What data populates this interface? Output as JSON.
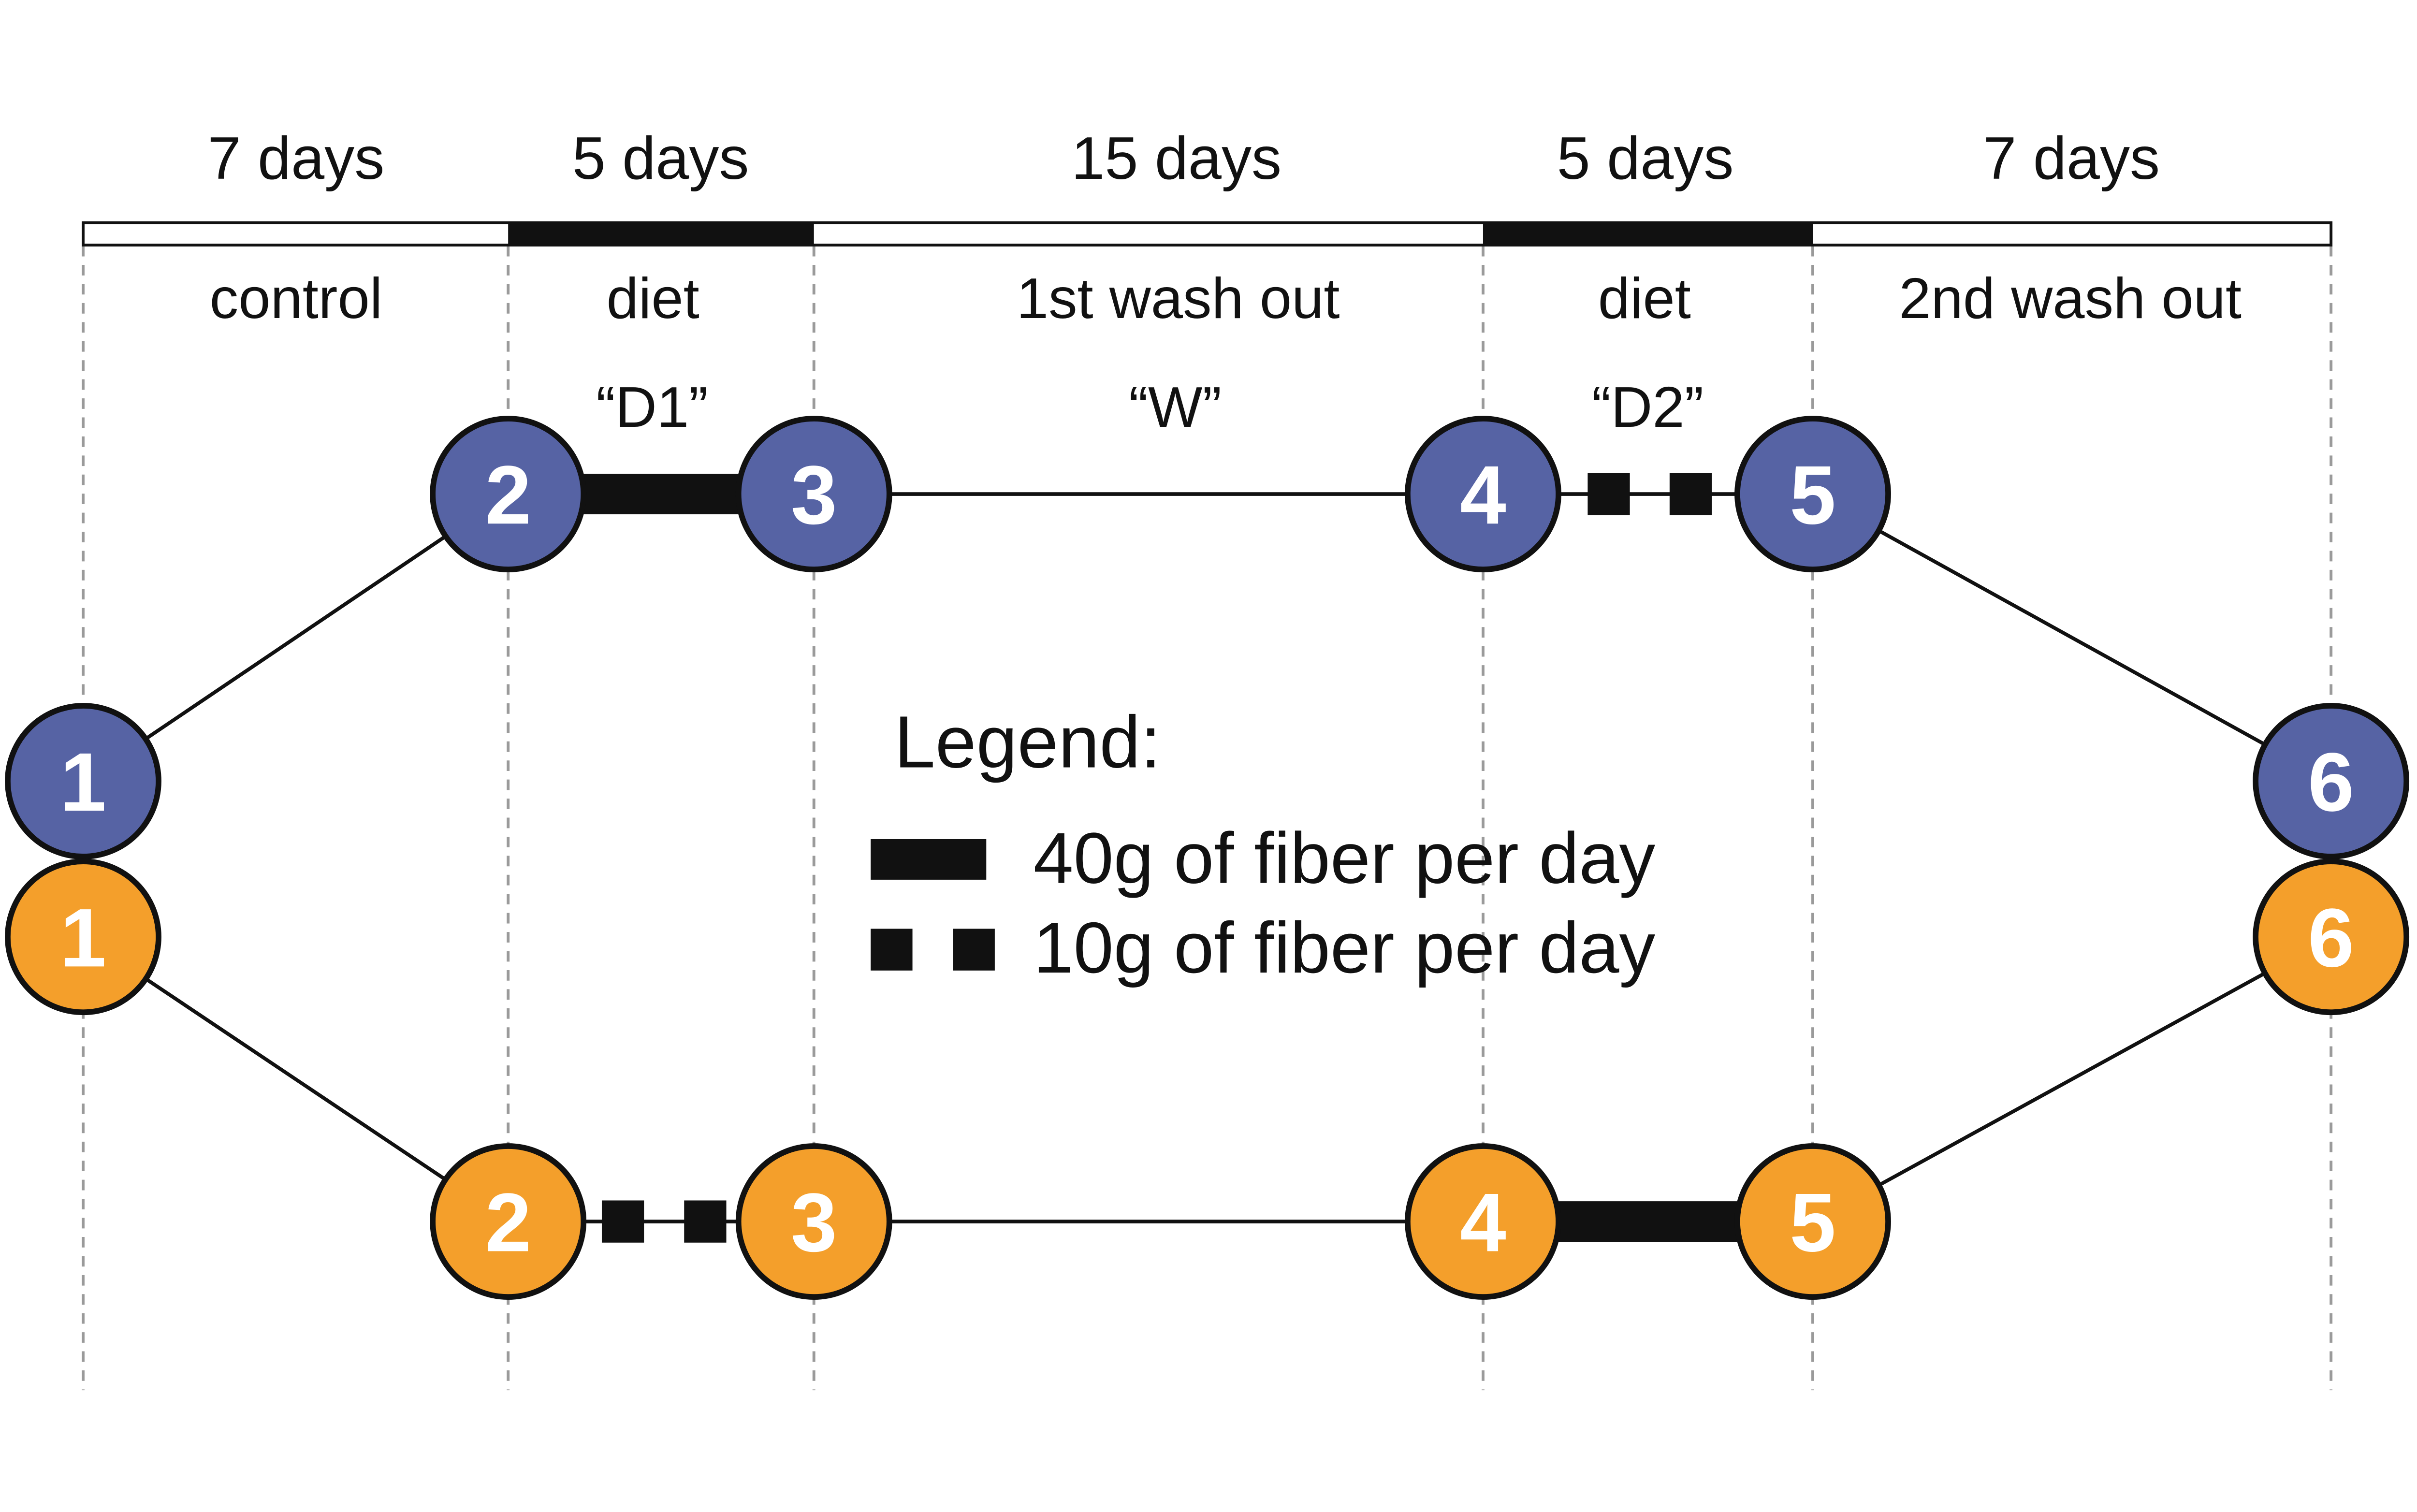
{
  "figure": {
    "description": "Crossover dietary intervention study design timeline with two randomized arms",
    "timeline": {
      "periods": [
        {
          "duration": "7 days",
          "name": "control",
          "code": "",
          "bar_filled": false
        },
        {
          "duration": "5 days",
          "name": "diet",
          "code": "“D1”",
          "bar_filled": true
        },
        {
          "duration": "15 days",
          "name": "1st wash out",
          "code": "“W”",
          "bar_filled": false
        },
        {
          "duration": "5 days",
          "name": "diet",
          "code": "“D2”",
          "bar_filled": true
        },
        {
          "duration": "7 days",
          "name": "2nd wash out",
          "code": "",
          "bar_filled": false
        }
      ]
    },
    "arms": {
      "top": {
        "color": "#5663A4",
        "nodes": [
          "1",
          "2",
          "3",
          "4",
          "5",
          "6"
        ],
        "segments": {
          "D1": "40g of fiber per day",
          "D2": "10g of fiber per day"
        }
      },
      "bottom": {
        "color": "#F49F2B",
        "nodes": [
          "1",
          "2",
          "3",
          "4",
          "5",
          "6"
        ],
        "segments": {
          "D1": "10g of fiber per day",
          "D2": "40g of fiber per day"
        }
      }
    },
    "legend": {
      "title": "Legend:",
      "items": [
        {
          "swatch": "solid-thick-bar",
          "label": "40g of fiber per day"
        },
        {
          "swatch": "two-black-squares",
          "label": "10g of fiber per day"
        }
      ]
    },
    "colors": {
      "arm_top": "#5663A4",
      "arm_bottom": "#F49F2B",
      "line": "#111111",
      "bar_fill": "#111111",
      "boundary_dash": "#9A9A9A",
      "background": "#FFFFFF"
    }
  }
}
